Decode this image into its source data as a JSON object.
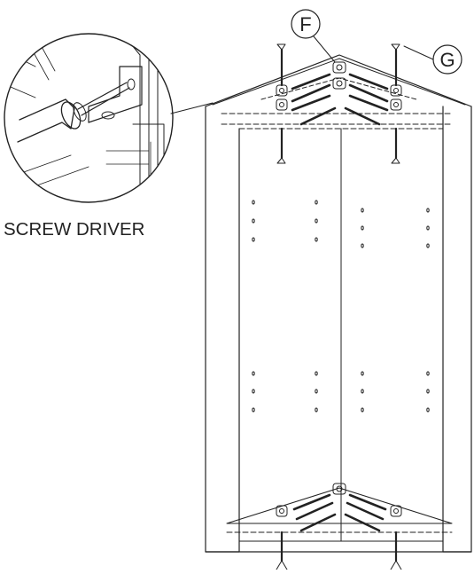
{
  "callouts": {
    "f": "F",
    "g": "G"
  },
  "caption": "SCREW DRIVER",
  "colors": {
    "ink": "#222222",
    "background": "#ffffff"
  },
  "icons": [
    "screw-icon",
    "bracket-icon",
    "screwdriver-icon"
  ]
}
